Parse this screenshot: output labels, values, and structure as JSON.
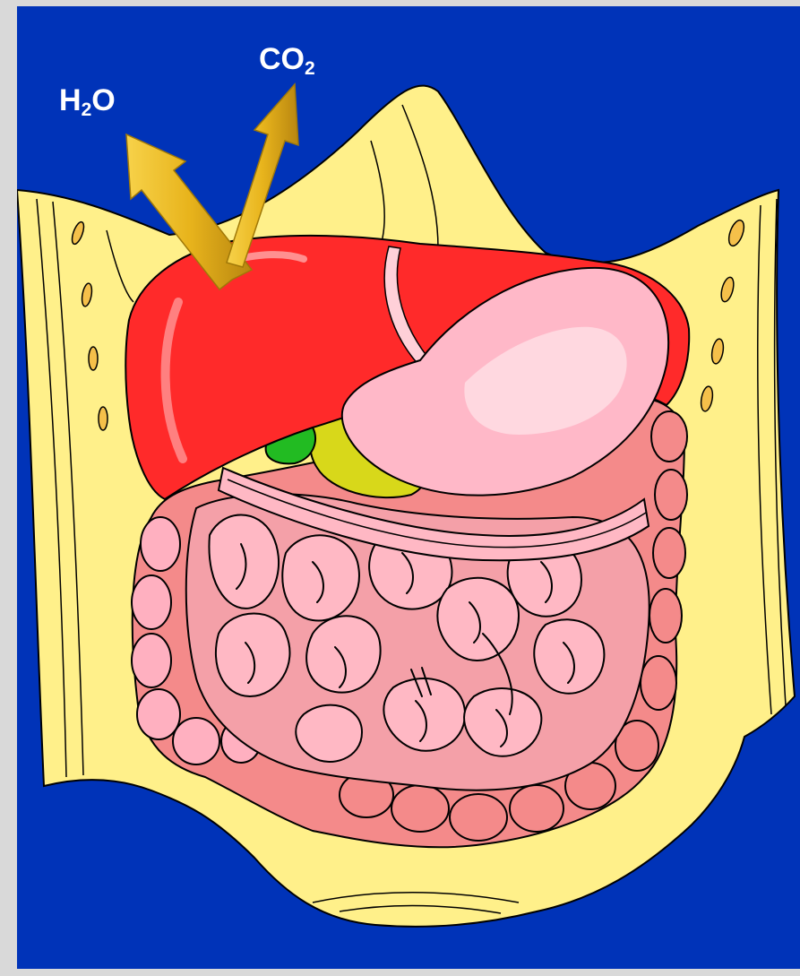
{
  "labels": {
    "water": {
      "base": "H",
      "subscript": "2",
      "suffix": "O"
    },
    "carbon_dioxide": {
      "base": "CO",
      "subscript": "2",
      "suffix": ""
    }
  },
  "colors": {
    "background": "#0033b8",
    "frame": "#d9d9d9",
    "abdominal_wall": "#fff08a",
    "liver": "#ff2a2a",
    "stomach": "#ffb8c8",
    "intestine": "#f48a8a",
    "gallbladder": "#22bb22",
    "pancreas": "#d8d81a",
    "arrow": "#e8b41c",
    "label_text": "#ffffff"
  },
  "icons": [
    "gas-arrow-icon"
  ]
}
